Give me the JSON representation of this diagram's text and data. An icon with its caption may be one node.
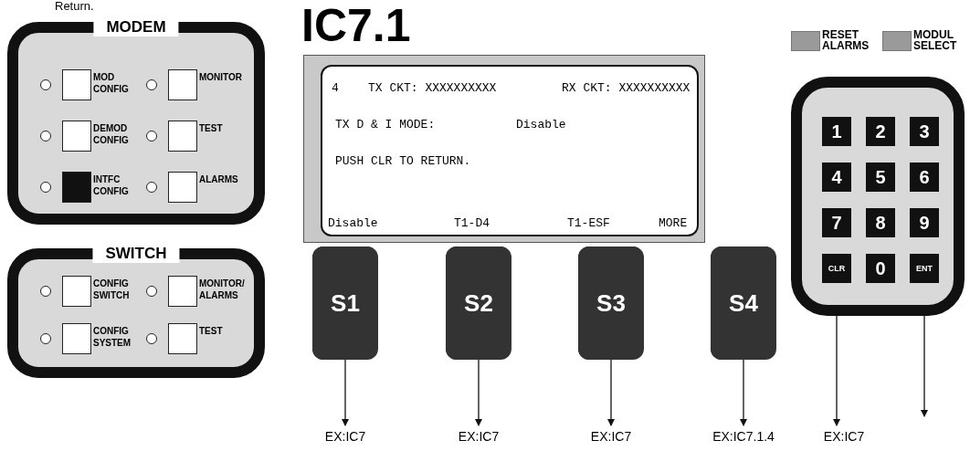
{
  "diagram": {
    "title": "IC7.1",
    "nodes": [
      {
        "text": [
          "MODEM"
        ]
      },
      {
        "text": [
          "MOD CONFIG"
        ],
        "in": 0
      },
      {
        "text": [
          "MONITOR"
        ],
        "in": 0
      },
      {
        "text": [
          "DEMOD CONFIG"
        ],
        "in": 0
      },
      {
        "text": [
          "TEST"
        ],
        "in": 0
      },
      {
        "text": [
          "INTFC CONFIG"
        ],
        "in": 0
      },
      {
        "text": [
          "ALARMS"
        ],
        "in": 0
      },
      {
        "text": [
          "SWITCH"
        ]
      },
      {
        "text": [
          "CONFIG SWITCH"
        ],
        "in": 7
      },
      {
        "text": [
          "MONITOR/ ALARMS"
        ],
        "in": 7
      },
      {
        "text": [
          "CONFIG SYSTEM"
        ],
        "in": 7
      },
      {
        "text": [
          "TEST"
        ],
        "in": 7
      },
      {
        "text": [
          "4",
          "TX CKT: XXXXXXXXXX",
          "RX CKT: XXXXXXXXXX",
          "TX D & I MODE:",
          "Disable",
          "PUSH CLR TO RETURN.",
          "Disable",
          "T1-D4",
          "T1-ESF",
          "MORE"
        ]
      },
      {
        "text": [
          "S1"
        ]
      },
      {
        "text": [
          "S2"
        ]
      },
      {
        "text": [
          "S3"
        ]
      },
      {
        "text": [
          "S4"
        ]
      },
      {
        "text": [
          "RESET ALARMS"
        ]
      },
      {
        "text": [
          "MODUL SELECT"
        ]
      },
      {
        "text": [],
        "shape": "box"
      },
      {
        "text": [
          "1"
        ],
        "in": 19
      },
      {
        "text": [
          "2"
        ],
        "in": 19
      },
      {
        "text": [
          "3"
        ],
        "in": 19
      },
      {
        "text": [
          "4"
        ],
        "in": 19
      },
      {
        "text": [
          "5"
        ],
        "in": 19
      },
      {
        "text": [
          "6"
        ],
        "in": 19
      },
      {
        "text": [
          "7"
        ],
        "in": 19
      },
      {
        "text": [
          "8"
        ],
        "in": 19
      },
      {
        "text": [
          "9"
        ],
        "in": 19
      },
      {
        "text": [
          "CLR"
        ],
        "in": 19
      },
      {
        "text": [
          "0"
        ],
        "in": 19
      },
      {
        "text": [
          "ENT"
        ],
        "in": 19
      },
      {
        "text": [
          "EX:IC7"
        ]
      },
      {
        "text": [
          "EX:IC7"
        ]
      },
      {
        "text": [
          "EX:IC7"
        ]
      },
      {
        "text": [
          "EX:IC7.1.4"
        ]
      },
      {
        "text": [
          "EX:IC7"
        ]
      }
    ],
    "edges": [
      {
        "from": 13,
        "to": 32,
        "arrow": "to"
      },
      {
        "from": 14,
        "to": 33,
        "arrow": "to"
      },
      {
        "from": 15,
        "to": 34,
        "arrow": "to"
      },
      {
        "from": 16,
        "to": 35,
        "arrow": "to"
      },
      {
        "from": 29,
        "to": 36,
        "arrow": "to"
      },
      {
        "from": 31,
        "to": null,
        "arrow": "to"
      }
    ],
    "labels": [
      "Return."
    ]
  }
}
